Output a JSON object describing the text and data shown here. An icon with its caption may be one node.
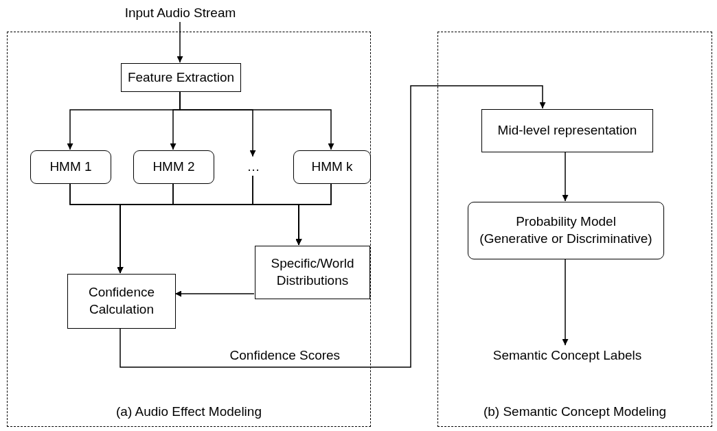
{
  "diagram": {
    "nodes": [
      {
        "text": [
          "Input Audio Stream"
        ]
      },
      {
        "text": [
          "(a) Audio Effect Modeling"
        ]
      },
      {
        "text": [
          "Feature Extraction"
        ],
        "in": 1
      },
      {
        "text": [
          "HMM 1"
        ],
        "in": 1
      },
      {
        "text": [
          "HMM 2"
        ],
        "in": 1
      },
      {
        "text": [
          "…"
        ],
        "in": 1
      },
      {
        "text": [
          "HMM k"
        ],
        "in": 1
      },
      {
        "text": [
          "Specific/World Distributions"
        ],
        "in": 1
      },
      {
        "text": [
          "Confidence Calculation"
        ],
        "in": 1
      },
      {
        "text": [
          "(b) Semantic Concept Modeling"
        ]
      },
      {
        "text": [
          "Mid-level representation"
        ],
        "in": 9
      },
      {
        "text": [
          "Probability Model",
          "(Generative or Discriminative)"
        ],
        "in": 9
      },
      {
        "text": [
          "Semantic Concept Labels"
        ],
        "in": 9
      }
    ],
    "edges": [
      {
        "from": 0,
        "to": 2,
        "arrow": "to"
      },
      {
        "from": 2,
        "to": 3,
        "arrow": "to"
      },
      {
        "from": 2,
        "to": 4,
        "arrow": "to"
      },
      {
        "from": 2,
        "to": 5,
        "arrow": "to"
      },
      {
        "from": 2,
        "to": 6,
        "arrow": "to"
      },
      {
        "from": 3,
        "to": 8,
        "arrow": "to"
      },
      {
        "from": 4,
        "to": 8,
        "arrow": "to"
      },
      {
        "from": 5,
        "to": 8,
        "arrow": "to"
      },
      {
        "from": 6,
        "to": 8,
        "arrow": "to"
      },
      {
        "from": 3,
        "to": 7,
        "arrow": "to"
      },
      {
        "from": 4,
        "to": 7,
        "arrow": "to"
      },
      {
        "from": 5,
        "to": 7,
        "arrow": "to"
      },
      {
        "from": 6,
        "to": 7,
        "arrow": "to"
      },
      {
        "from": 7,
        "to": 8,
        "arrow": "to"
      },
      {
        "from": 8,
        "to": 10,
        "arrow": "to",
        "label": "Confidence Scores"
      },
      {
        "from": 10,
        "to": 11,
        "arrow": "to"
      },
      {
        "from": 11,
        "to": 12,
        "arrow": "to"
      }
    ]
  }
}
